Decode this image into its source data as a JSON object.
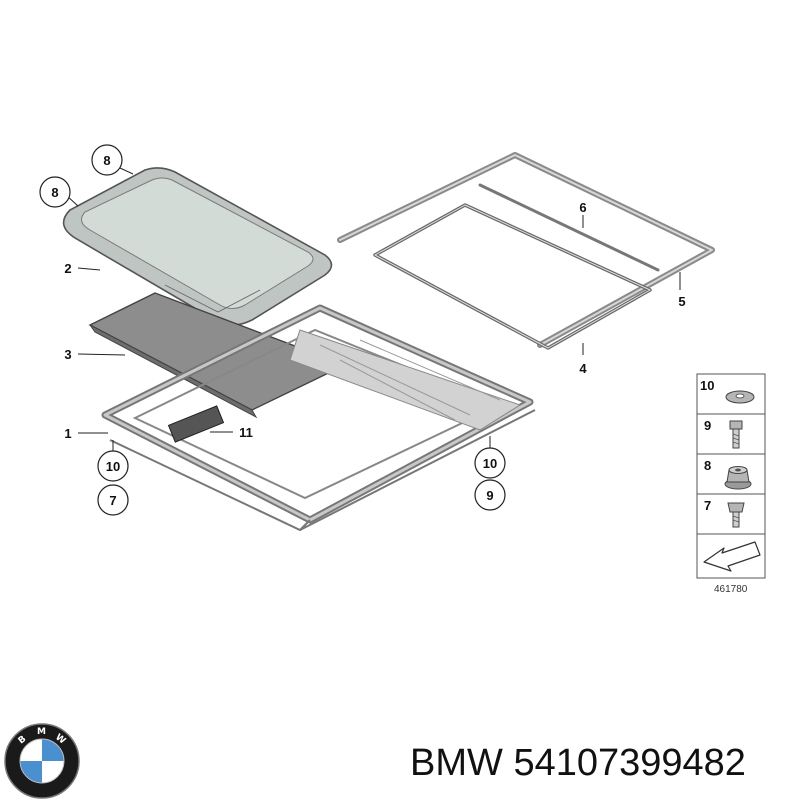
{
  "callouts": {
    "c1": "1",
    "c2": "2",
    "c3": "3",
    "c4": "4",
    "c5": "5",
    "c6": "6",
    "c7a": "7",
    "c8a": "8",
    "c8b": "8",
    "c9a": "9",
    "c10a": "10",
    "c10b": "10",
    "c11": "11"
  },
  "legend": {
    "items": [
      {
        "number": "10",
        "icon": "washer-icon"
      },
      {
        "number": "9",
        "icon": "bolt-icon"
      },
      {
        "number": "8",
        "icon": "flange-nut-icon"
      },
      {
        "number": "7",
        "icon": "screw-icon"
      }
    ],
    "direction_icon": "arrow-icon",
    "reference_number": "461780"
  },
  "brand": {
    "logo_icon": "bmw-logo-icon",
    "logo_letters": [
      "B",
      "M",
      "W"
    ],
    "name": "BMW",
    "part_number": "54107399482",
    "colors": {
      "blue": "#4a8fd0",
      "white": "#ffffff",
      "ring": "#1a1a1a"
    }
  }
}
